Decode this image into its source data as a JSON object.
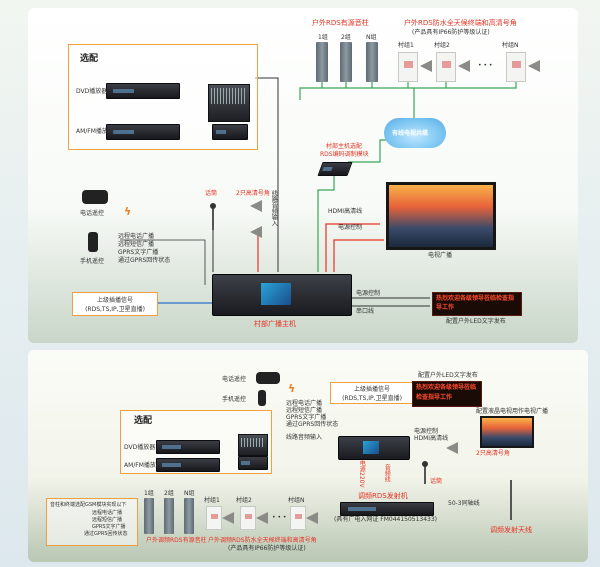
{
  "top": {
    "section_label": "选配",
    "dvd": "DVD播放器",
    "amfm": "AM/FM播放器",
    "rds_column_title": "户外RDS有源音柱",
    "col_labels": [
      "1组",
      "2组",
      "N组"
    ],
    "terminal_title_1": "户外RDS防水全天候终端和高清号角",
    "terminal_title_2": "(产品具有IP66防护等级认证)",
    "village_labels": [
      "村组1",
      "村组2",
      "村组N"
    ],
    "cable_tv": "有线电视共缆",
    "rds_card_1": "村部主机选配",
    "rds_card_2": "RDS编码调制模块",
    "line_in": "线路音频输入",
    "mic_label": "话筒",
    "horn_label": "2只高清号角",
    "hdmi": "HDMI高清线",
    "power_ctrl": "电源控制",
    "tv_label": "电视广播",
    "phone_ctrl": "电话遥控",
    "mobile_ctrl": "手机遥控",
    "remote_funcs": [
      "远程电话广播",
      "远程短信广播",
      "GPRS文字广播",
      "通过GPRS回传状态"
    ],
    "upper_signal_1": "上级插播信号",
    "upper_signal_2": "(RDS,TS,IP,卫星直播)",
    "power_ctrl2": "电源控制",
    "serial": "串口线",
    "led_text": "热烈欢迎各级领导莅临检查指导工作",
    "led_label": "配置户外LED文字发布",
    "host_label": "村部广播主机"
  },
  "bottom": {
    "phone_ctrl": "电话遥控",
    "mobile_ctrl": "手机遥控",
    "remote_funcs": [
      "远程电话广播",
      "远程短信广播",
      "GPRS文字广播",
      "通过GPRS回传状态"
    ],
    "upper_signal_1": "上级插播信号",
    "upper_signal_2": "(RDS,TS,IP,卫星直播)",
    "led_title": "配置户外LED文字发布",
    "led_text": "热烈欢迎各级领导莅临检查指导工作",
    "tv_title": "配置液晶电视用作电视广播",
    "section_label": "选配",
    "dvd": "DVD播放器",
    "amfm": "AM/FM播放器",
    "line_in": "线路音频输入",
    "power_ctrl": "电源控制",
    "hdmi": "HDMI高清线",
    "horn_label": "2只高清号角",
    "power_vert": "电源220V",
    "av_line": "音频线",
    "mic_label": "话筒",
    "fm_tx": "调频RDS发射机",
    "license": "(具有广电入网证 FM044150513433)",
    "coax": "50-3同轴线",
    "antenna": "调频发射天线",
    "gsm_note": [
      "音柱和终端选配GSM模块实现以下",
      "远程电话广播",
      "远程短信广播",
      "GPRS文字广播",
      "通过GPRS回传状态"
    ],
    "col_labels": [
      "1组",
      "2组",
      "N组"
    ],
    "village_labels": [
      "村组1",
      "村组2",
      "村组N"
    ],
    "rds_column_title": "户外调频RDS有源音柱",
    "terminal_title_1": "户外调频RDS防水全天候终端和高清号角",
    "terminal_title_2": "(产品具有IP66防护等级认证)"
  }
}
